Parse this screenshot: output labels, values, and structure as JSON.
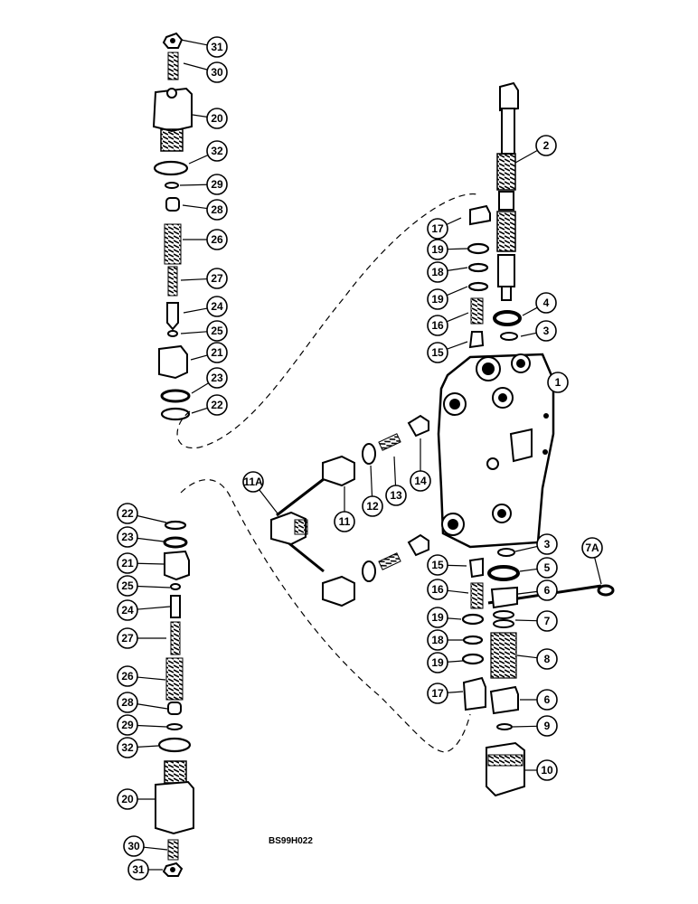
{
  "figure": {
    "code": "BS99H022",
    "ink_color": "#000000",
    "paper_color": "#ffffff"
  },
  "callouts": [
    {
      "label": "31"
    },
    {
      "label": "30"
    },
    {
      "label": "20"
    },
    {
      "label": "32"
    },
    {
      "label": "29"
    },
    {
      "label": "28"
    },
    {
      "label": "26"
    },
    {
      "label": "27"
    },
    {
      "label": "24"
    },
    {
      "label": "25"
    },
    {
      "label": "21"
    },
    {
      "label": "23"
    },
    {
      "label": "22"
    },
    {
      "label": "2"
    },
    {
      "label": "17"
    },
    {
      "label": "19"
    },
    {
      "label": "18"
    },
    {
      "label": "19"
    },
    {
      "label": "4"
    },
    {
      "label": "3"
    },
    {
      "label": "16"
    },
    {
      "label": "15"
    },
    {
      "label": "1"
    },
    {
      "label": "11A"
    },
    {
      "label": "11"
    },
    {
      "label": "12"
    },
    {
      "label": "13"
    },
    {
      "label": "14"
    },
    {
      "label": "22"
    },
    {
      "label": "23"
    },
    {
      "label": "21"
    },
    {
      "label": "25"
    },
    {
      "label": "24"
    },
    {
      "label": "27"
    },
    {
      "label": "26"
    },
    {
      "label": "28"
    },
    {
      "label": "29"
    },
    {
      "label": "32"
    },
    {
      "label": "20"
    },
    {
      "label": "30"
    },
    {
      "label": "31"
    },
    {
      "label": "3"
    },
    {
      "label": "7A"
    },
    {
      "label": "15"
    },
    {
      "label": "5"
    },
    {
      "label": "16"
    },
    {
      "label": "6"
    },
    {
      "label": "7"
    },
    {
      "label": "19"
    },
    {
      "label": "18"
    },
    {
      "label": "8"
    },
    {
      "label": "19"
    },
    {
      "label": "17"
    },
    {
      "label": "6"
    },
    {
      "label": "9"
    },
    {
      "label": "10"
    }
  ]
}
